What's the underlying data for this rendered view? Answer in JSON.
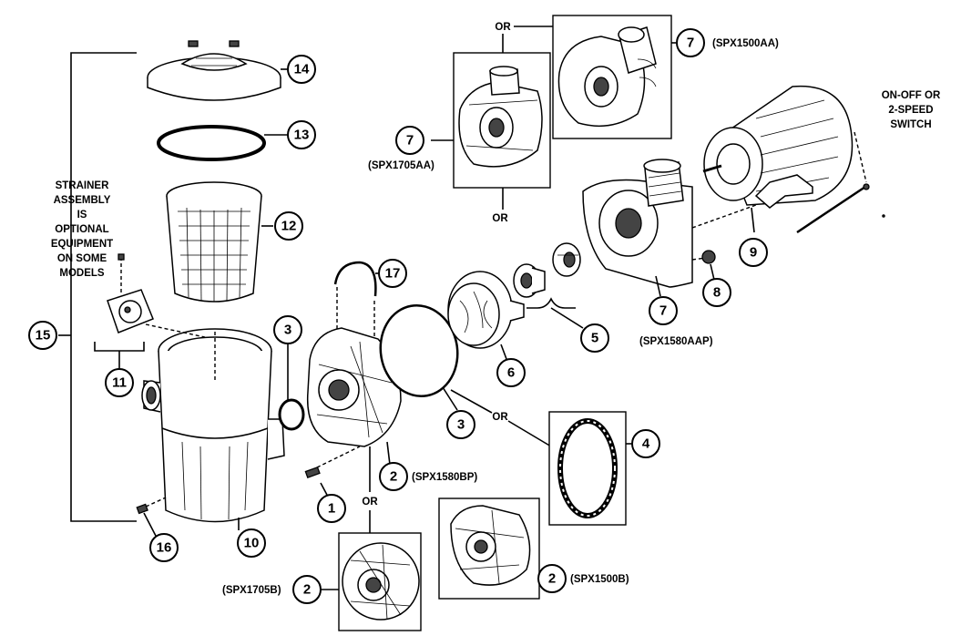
{
  "callouts": {
    "c1": "1",
    "c2a": "2",
    "c2b": "2",
    "c2c": "2",
    "c3a": "3",
    "c3b": "3",
    "c4": "4",
    "c5": "5",
    "c6": "6",
    "c7a": "7",
    "c7b": "7",
    "c7c": "7",
    "c8": "8",
    "c9": "9",
    "c10": "10",
    "c11": "11",
    "c12": "12",
    "c13": "13",
    "c14": "14",
    "c15": "15",
    "c16": "16",
    "c17": "17"
  },
  "model_labels": {
    "spx1500aa": "(SPX1500AA)",
    "spx1705aa": "(SPX1705AA)",
    "spx1580aap": "(SPX1580AAP)",
    "spx1580bp": "(SPX1580BP)",
    "spx1705b": "(SPX1705B)",
    "spx1500b": "(SPX1500B)"
  },
  "or_labels": {
    "or_top": "OR",
    "or_mid": "OR",
    "or_gasket": "OR",
    "or_seal": "OR"
  },
  "notes": {
    "strainer": [
      "STRAINER",
      "ASSEMBLY",
      "IS",
      "OPTIONAL",
      "EQUIPMENT",
      "ON SOME",
      "MODELS"
    ],
    "switch": [
      "ON-OFF OR",
      "2-SPEED",
      "SWITCH"
    ]
  }
}
